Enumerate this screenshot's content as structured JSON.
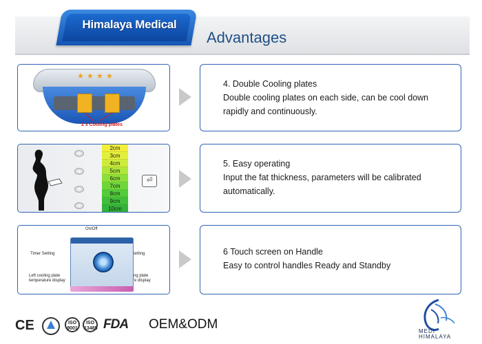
{
  "header": {
    "brand": "Himalaya Medical",
    "title": "Advantages"
  },
  "rows": [
    {
      "image_label": "2 x Cooling plates",
      "heading": "4. Double Cooling plates",
      "lines": [
        "Double cooling plates on each side, can be cool down",
        "rapidly and continuously."
      ]
    },
    {
      "scale": [
        "2cm",
        "3cm",
        "4cm",
        "5cm",
        "6cm",
        "7cm",
        "8cm",
        "9cm",
        "10cm"
      ],
      "scale_colors": [
        "#f2ee3a",
        "#e4ef3a",
        "#cdec3a",
        "#aee63a",
        "#8ddf3a",
        "#6fd63a",
        "#52cc3a",
        "#3fbf3a",
        "#35b23a"
      ],
      "heading": "5. Easy operating",
      "lines": [
        "Input the fat thickness, parameters will be calibrated",
        "automatically."
      ]
    },
    {
      "labels": {
        "on_off": "On/Off",
        "timer": "Timer Setting",
        "pressure": "Pressure Setting",
        "left_plate_1": "Left cooling plate",
        "left_plate_2": "temperature display",
        "right_plate_1": "Right cooling plate",
        "right_plate_2": "temperature display"
      },
      "heading": "6  Touch screen on Handle",
      "lines": [
        "Easy to control handles Ready and Standby"
      ]
    }
  ],
  "footer": {
    "ce": "CE",
    "iso1": "ISO 9001",
    "iso2": "ISO 13485",
    "fda": "FDA",
    "oem": "OEM&ODM",
    "logo_text": "MEDI HIMALAYA"
  }
}
